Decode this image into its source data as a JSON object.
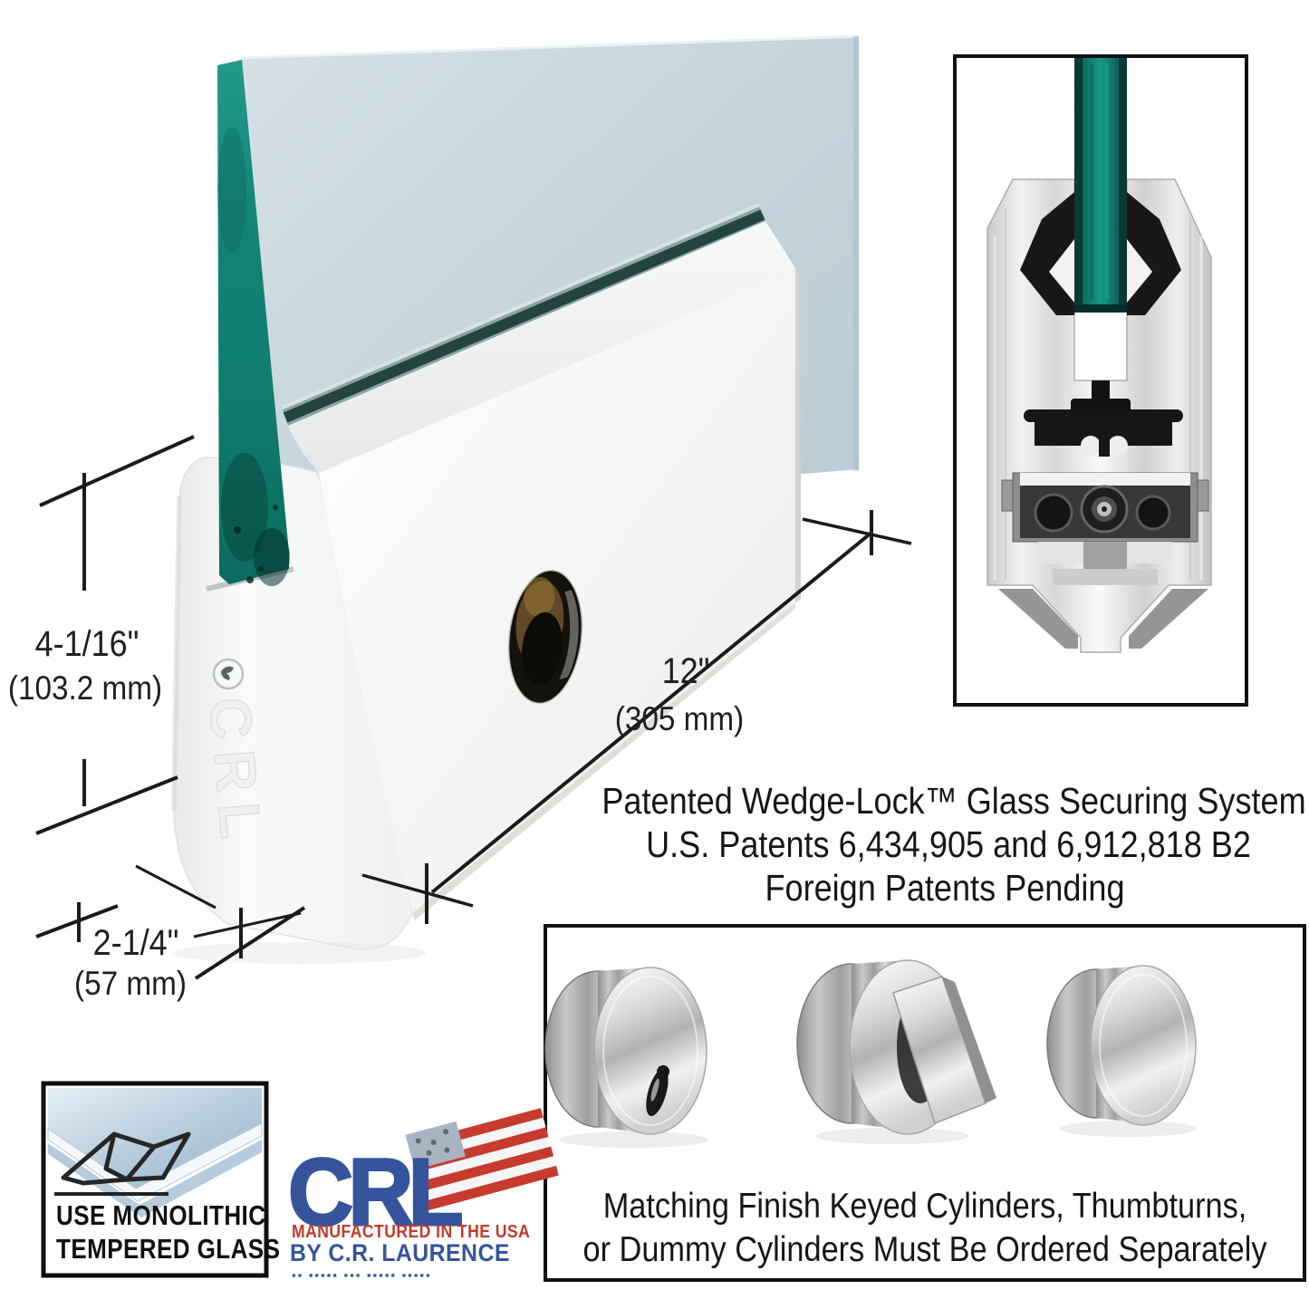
{
  "image_type": "product-dimension-diagram",
  "background": "#ffffff",
  "main_product": {
    "name": "glass door rail with wedge-lock and keyed cylinder",
    "embossed_logo": "CRL",
    "emblem": "eagle-medallion",
    "colors": {
      "glass_panel": "#c6d5db",
      "glass_edge_teal": "#12897b",
      "rail_white": "#f4f6f5",
      "dimension_lines": "#1b1b1b"
    },
    "dimensions": {
      "height_imperial": "4-1/16\"",
      "height_metric": "(103.2 mm)",
      "length_imperial": "12\"",
      "length_metric": "(305 mm)",
      "depth_imperial": "2-1/4\"",
      "depth_metric": "(57 mm)"
    }
  },
  "patent_note": {
    "line1": "Patented Wedge-Lock™ Glass Securing System",
    "line2": "U.S. Patents 6,434,905 and 6,912,818 B2",
    "line3": "Foreign Patents Pending"
  },
  "detail_inset": {
    "name": "wedge-lock cross-section",
    "glass_color": "#17907f"
  },
  "cylinders_box": {
    "caption_line1": "Matching Finish Keyed Cylinders, Thumbturns,",
    "caption_line2": "or Dummy Cylinders Must Be Ordered Separately",
    "items": [
      "keyed cylinder",
      "thumbturn cylinder",
      "dummy cylinder"
    ]
  },
  "tempered_badge": {
    "line1": "USE MONOLITHIC",
    "line2": "TEMPERED GLASS"
  },
  "crl_logo": {
    "letters": "CRL",
    "tagline_red": "MANUFACTURED IN THE USA",
    "tagline_blue": "BY C.R. LAURENCE",
    "fine_print": "▪▪ ▪▪▪▪▪ ▪▪▪ ▪▪▪▪▪ ▪▪▪▪▪",
    "colors": {
      "blue": "#35549c",
      "red": "#c23a2c"
    }
  }
}
